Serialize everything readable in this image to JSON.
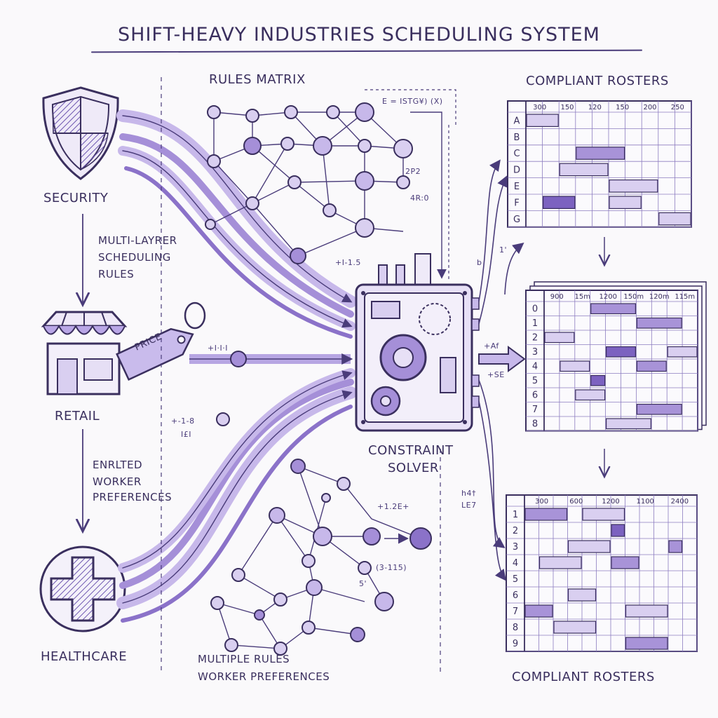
{
  "title": "SHIFT-HEAVY INDUSTRIES SCHEDULING SYSTEM",
  "labels": {
    "rules_matrix": "RULES MATRIX",
    "compliant_rosters_top": "COMPLIANT ROSTERS",
    "compliant_rosters_bottom": "COMPLIANT ROSTERS",
    "security": "SECURITY",
    "retail": "RETAIL",
    "healthcare": "HEALTHCARE",
    "multi_layer_1": "MULTI-LAYRER",
    "multi_layer_2": "SCHEDULING",
    "multi_layer_3": "RULES",
    "enrlted_1": "ENRLTED",
    "enrlted_2": "WORKER",
    "enrlted_3": "PREFERENCES",
    "multiple_rules": "MULTIPLE RULES",
    "worker_prefs": "WORKER PREFERENCES",
    "solver_1": "CONSTRAINT",
    "solver_2": "SOLVER",
    "price_tag": "PRICE"
  },
  "annotations": {
    "formula": "E = ISTG¥) (X)",
    "a1": "2P2",
    "a2": "4R:0",
    "a3": "+I-1.5",
    "a4": "+-1-8",
    "a5": "I£I",
    "a6": "+I·I·I",
    "a7": "+1.2E+",
    "a8": "(3-115)",
    "a9": "5'",
    "a10": "+Af",
    "a11": "+SE",
    "a12": "h4†",
    "a13": "LE7",
    "a14": "1'",
    "a15": "b"
  },
  "rosters": [
    {
      "cols": [
        "300",
        "150",
        "120",
        "150",
        "200",
        "250"
      ],
      "rows": [
        "A",
        "B",
        "C",
        "D",
        "E",
        "F",
        "G"
      ],
      "shifts": [
        {
          "row": 0,
          "from": 0,
          "to": 2,
          "shade": "light"
        },
        {
          "row": 2,
          "from": 3,
          "to": 6,
          "shade": "mid"
        },
        {
          "row": 3,
          "from": 2,
          "to": 5,
          "shade": "light"
        },
        {
          "row": 4,
          "from": 5,
          "to": 8,
          "shade": "light"
        },
        {
          "row": 5,
          "from": 1,
          "to": 3,
          "shade": "dark"
        },
        {
          "row": 5,
          "from": 5,
          "to": 7,
          "shade": "light"
        },
        {
          "row": 6,
          "from": 8,
          "to": 10,
          "shade": "light"
        }
      ]
    },
    {
      "cols": [
        "900",
        "15m",
        "1200",
        "150m",
        "120m",
        "115m"
      ],
      "rows": [
        "0",
        "1",
        "2",
        "3",
        "4",
        "5",
        "6",
        "7",
        "8"
      ],
      "shifts": [
        {
          "row": 0,
          "from": 3,
          "to": 6,
          "shade": "mid"
        },
        {
          "row": 1,
          "from": 6,
          "to": 9,
          "shade": "mid"
        },
        {
          "row": 2,
          "from": 0,
          "to": 2,
          "shade": "light"
        },
        {
          "row": 3,
          "from": 4,
          "to": 6,
          "shade": "dark"
        },
        {
          "row": 3,
          "from": 8,
          "to": 10,
          "shade": "light"
        },
        {
          "row": 4,
          "from": 1,
          "to": 3,
          "shade": "light"
        },
        {
          "row": 4,
          "from": 6,
          "to": 8,
          "shade": "mid"
        },
        {
          "row": 5,
          "from": 3,
          "to": 4,
          "shade": "dark"
        },
        {
          "row": 6,
          "from": 2,
          "to": 4,
          "shade": "light"
        },
        {
          "row": 7,
          "from": 6,
          "to": 9,
          "shade": "mid"
        },
        {
          "row": 8,
          "from": 4,
          "to": 7,
          "shade": "light"
        }
      ]
    },
    {
      "cols": [
        "300",
        "600",
        "1200",
        "1100",
        "2400"
      ],
      "rows": [
        "1",
        "2",
        "3",
        "4",
        "5",
        "6",
        "7",
        "8",
        "9"
      ],
      "shifts": [
        {
          "row": 0,
          "from": 0,
          "to": 3,
          "shade": "mid"
        },
        {
          "row": 0,
          "from": 4,
          "to": 7,
          "shade": "light"
        },
        {
          "row": 1,
          "from": 6,
          "to": 7,
          "shade": "dark"
        },
        {
          "row": 2,
          "from": 3,
          "to": 6,
          "shade": "light"
        },
        {
          "row": 2,
          "from": 10,
          "to": 11,
          "shade": "mid"
        },
        {
          "row": 3,
          "from": 1,
          "to": 4,
          "shade": "light"
        },
        {
          "row": 3,
          "from": 6,
          "to": 8,
          "shade": "mid"
        },
        {
          "row": 5,
          "from": 3,
          "to": 5,
          "shade": "light"
        },
        {
          "row": 6,
          "from": 0,
          "to": 2,
          "shade": "mid"
        },
        {
          "row": 6,
          "from": 7,
          "to": 10,
          "shade": "light"
        },
        {
          "row": 7,
          "from": 2,
          "to": 5,
          "shade": "light"
        },
        {
          "row": 8,
          "from": 7,
          "to": 10,
          "shade": "mid"
        }
      ]
    }
  ],
  "colors": {
    "ink": "#3a2f5e",
    "line": "#5a4a8e",
    "light": "#d9cff0",
    "mid": "#a893d8",
    "dark": "#7c62c0",
    "bg": "#faf9fb"
  }
}
